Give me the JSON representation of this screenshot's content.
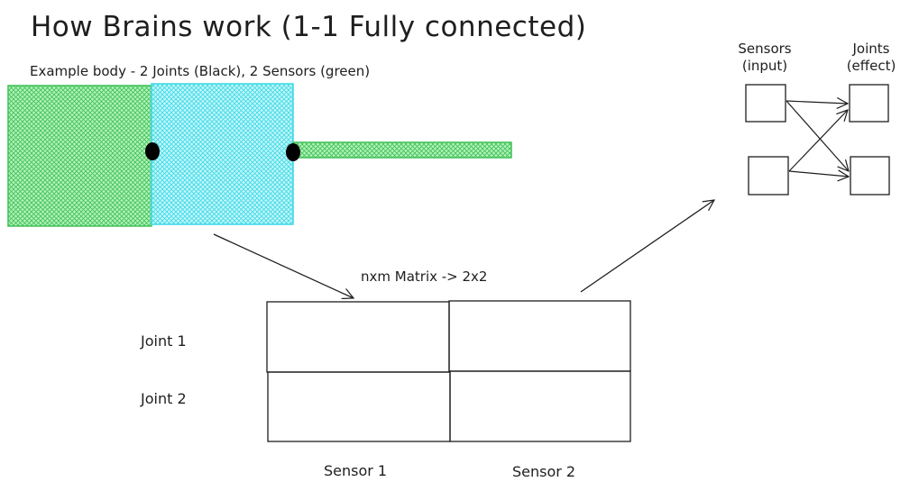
{
  "title": "How Brains work (1-1 Fully connected)",
  "subtitle": "Example body - 2 Joints (Black), 2 Sensors (green)",
  "matrix": {
    "label": "nxm Matrix -> 2x2",
    "row_labels": [
      "Joint 1",
      "Joint 2"
    ],
    "col_labels": [
      "Sensor 1",
      "Sensor 2"
    ]
  },
  "network": {
    "sensors_label": [
      "Sensors",
      "(input)"
    ],
    "joints_label": [
      "Joints",
      "(effect)"
    ]
  },
  "colors": {
    "sensor_green": "#40c057",
    "body_cyan": "#3bd9e6",
    "joint_black": "#000000",
    "stroke": "#1e1e1e"
  }
}
